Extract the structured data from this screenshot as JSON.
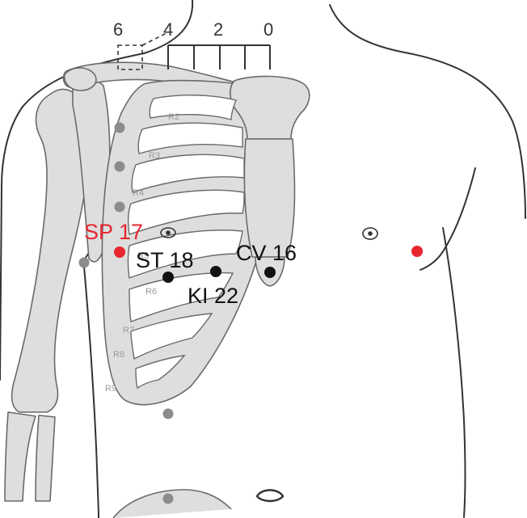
{
  "colors": {
    "accent_point": "#e8262f",
    "main_point": "#111111",
    "secondary_point": "#8c8c8c",
    "bone_fill": "#dedede",
    "bone_stroke": "#6a6a6a",
    "body_outline": "#333333"
  },
  "scale": {
    "labels": [
      "6",
      "4",
      "2",
      "0"
    ]
  },
  "points": {
    "sp17": {
      "label": "SP 17",
      "style": "accent"
    },
    "st18": {
      "label": "ST 18",
      "style": "main"
    },
    "ki22": {
      "label": "KI 22",
      "style": "main"
    },
    "cv16": {
      "label": "CV 16",
      "style": "main"
    }
  },
  "rib_labels": [
    "R2",
    "R3",
    "R4",
    "R5",
    "R6",
    "R7",
    "R8",
    "R9"
  ]
}
